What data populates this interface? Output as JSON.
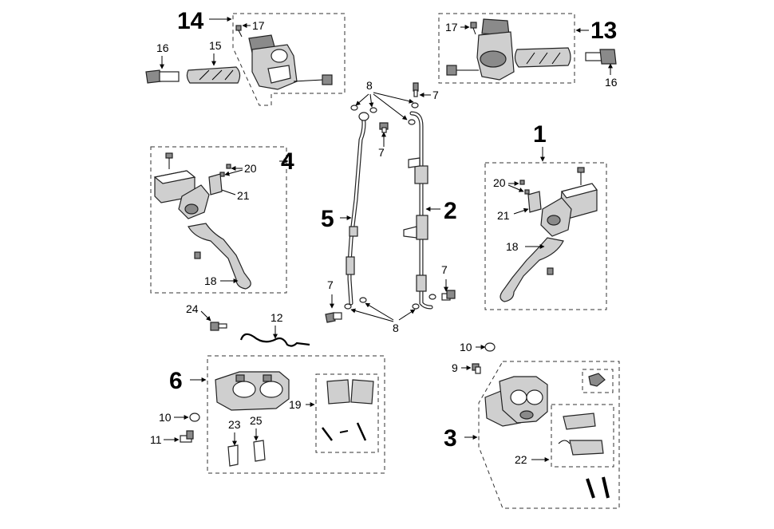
{
  "callouts": {
    "n1": "1",
    "n2": "2",
    "n3": "3",
    "n4": "4",
    "n5": "5",
    "n6": "6",
    "n7a": "7",
    "n7b": "7",
    "n7c": "7",
    "n7d": "7",
    "n8top": "8",
    "n8bot": "8",
    "n9": "9",
    "n10a": "10",
    "n10b": "10",
    "n11": "11",
    "n12": "12",
    "n13": "13",
    "n14": "14",
    "n15": "15",
    "n16a": "16",
    "n16b": "16",
    "n17a": "17",
    "n17b": "17",
    "n18a": "18",
    "n18b": "18",
    "n19": "19",
    "n20a": "20",
    "n20b": "20",
    "n21a": "21",
    "n21b": "21",
    "n22": "22",
    "n23": "23",
    "n24": "24",
    "n25": "25"
  },
  "colors": {
    "line": "#000000",
    "part_fill": "#cfcfcf",
    "dark_fill": "#8a8a8a",
    "background": "#ffffff"
  }
}
